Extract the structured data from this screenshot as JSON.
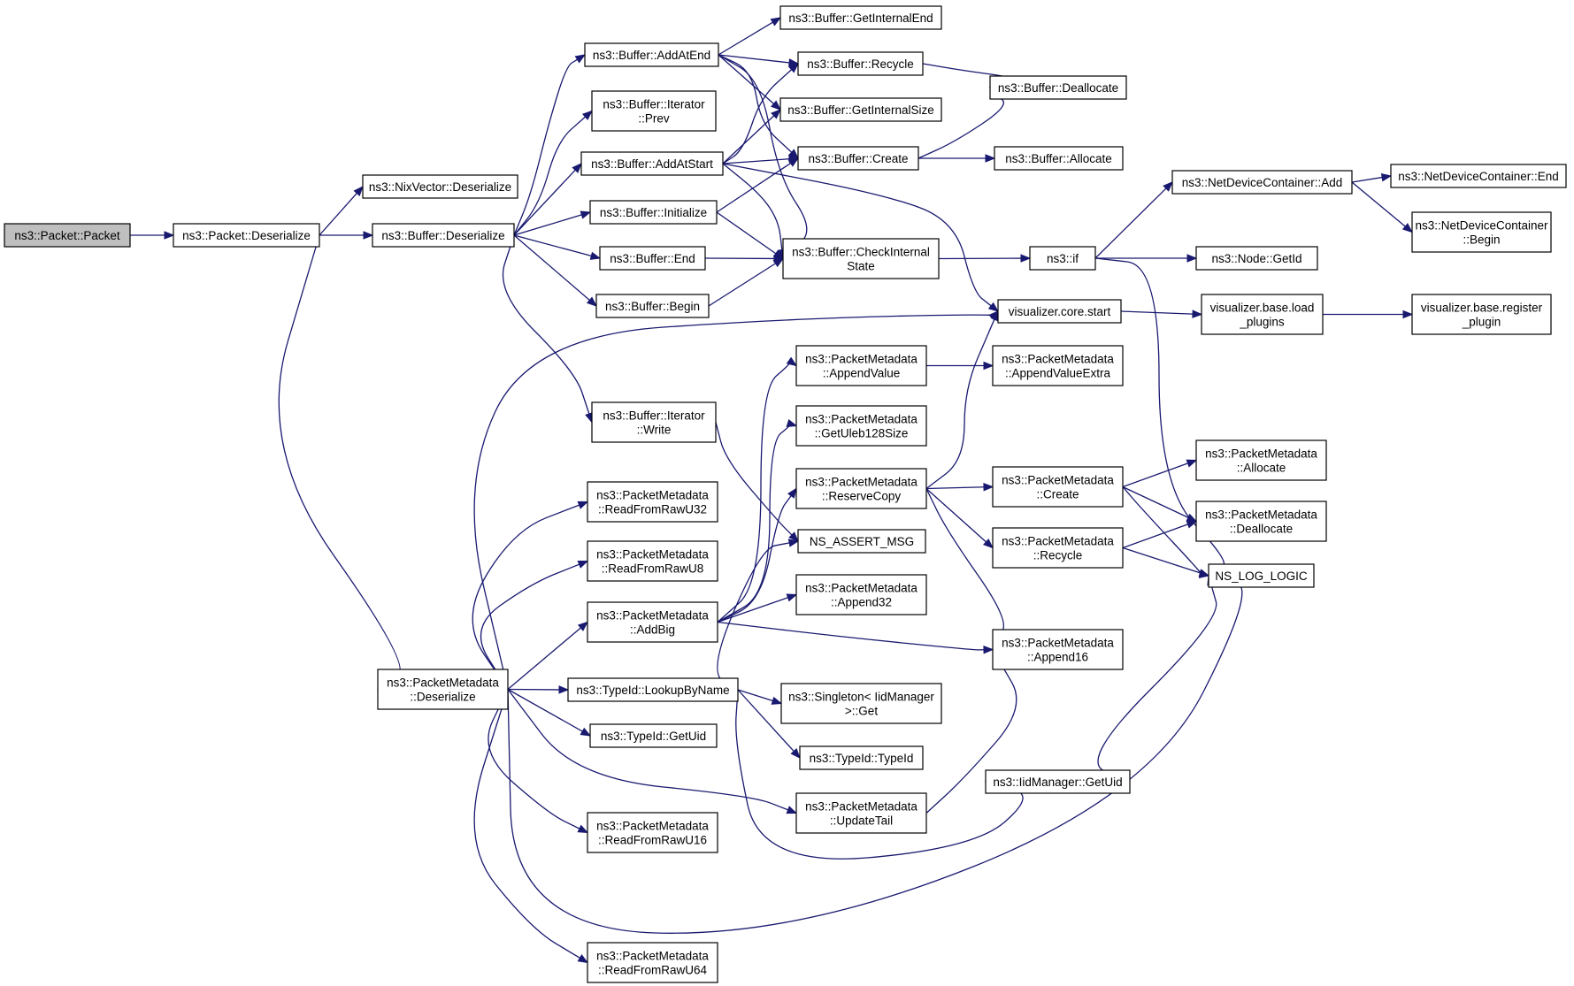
{
  "diagram": {
    "root": "packet_ctor",
    "colors": {
      "edge": "#191970",
      "root_fill": "#bfbfbf",
      "node_fill": "#ffffff",
      "node_border": "#000000"
    },
    "nodes": [
      {
        "id": "packet_ctor",
        "lines": [
          "ns3::Packet::Packet"
        ]
      },
      {
        "id": "packet_deser",
        "lines": [
          "ns3::Packet::Deserialize"
        ]
      },
      {
        "id": "nix_deser",
        "lines": [
          "ns3::NixVector::Deserialize"
        ]
      },
      {
        "id": "buf_deser",
        "lines": [
          "ns3::Buffer::Deserialize"
        ]
      },
      {
        "id": "pm_deser",
        "lines": [
          "ns3::PacketMetadata",
          "::Deserialize"
        ]
      },
      {
        "id": "buf_addatend",
        "lines": [
          "ns3::Buffer::AddAtEnd"
        ]
      },
      {
        "id": "buf_iter_prev",
        "lines": [
          "ns3::Buffer::Iterator",
          "::Prev"
        ]
      },
      {
        "id": "buf_addatstart",
        "lines": [
          "ns3::Buffer::AddAtStart"
        ]
      },
      {
        "id": "buf_init",
        "lines": [
          "ns3::Buffer::Initialize"
        ]
      },
      {
        "id": "buf_end",
        "lines": [
          "ns3::Buffer::End"
        ]
      },
      {
        "id": "buf_begin",
        "lines": [
          "ns3::Buffer::Begin"
        ]
      },
      {
        "id": "buf_iter_write",
        "lines": [
          "ns3::Buffer::Iterator",
          "::Write"
        ]
      },
      {
        "id": "pm_rr32",
        "lines": [
          "ns3::PacketMetadata",
          "::ReadFromRawU32"
        ]
      },
      {
        "id": "pm_rr8",
        "lines": [
          "ns3::PacketMetadata",
          "::ReadFromRawU8"
        ]
      },
      {
        "id": "pm_addbig",
        "lines": [
          "ns3::PacketMetadata",
          "::AddBig"
        ]
      },
      {
        "id": "tid_lookup",
        "lines": [
          "ns3::TypeId::LookupByName"
        ]
      },
      {
        "id": "tid_getuid",
        "lines": [
          "ns3::TypeId::GetUid"
        ]
      },
      {
        "id": "pm_rr16",
        "lines": [
          "ns3::PacketMetadata",
          "::ReadFromRawU16"
        ]
      },
      {
        "id": "pm_rr64",
        "lines": [
          "ns3::PacketMetadata",
          "::ReadFromRawU64"
        ]
      },
      {
        "id": "buf_getintend",
        "lines": [
          "ns3::Buffer::GetInternalEnd"
        ]
      },
      {
        "id": "buf_recycle",
        "lines": [
          "ns3::Buffer::Recycle"
        ]
      },
      {
        "id": "buf_getintsize",
        "lines": [
          "ns3::Buffer::GetInternalSize"
        ]
      },
      {
        "id": "buf_create",
        "lines": [
          "ns3::Buffer::Create"
        ]
      },
      {
        "id": "buf_checkint",
        "lines": [
          "ns3::Buffer::CheckInternal",
          "State"
        ]
      },
      {
        "id": "pm_appendvalue",
        "lines": [
          "ns3::PacketMetadata",
          "::AppendValue"
        ]
      },
      {
        "id": "pm_getuleb",
        "lines": [
          "ns3::PacketMetadata",
          "::GetUleb128Size"
        ]
      },
      {
        "id": "pm_reservecopy",
        "lines": [
          "ns3::PacketMetadata",
          "::ReserveCopy"
        ]
      },
      {
        "id": "ns_assert",
        "lines": [
          "NS_ASSERT_MSG"
        ]
      },
      {
        "id": "pm_append32",
        "lines": [
          "ns3::PacketMetadata",
          "::Append32"
        ]
      },
      {
        "id": "singleton_get",
        "lines": [
          "ns3::Singleton< IidManager",
          ">::Get"
        ]
      },
      {
        "id": "tid_typeid",
        "lines": [
          "ns3::TypeId::TypeId"
        ]
      },
      {
        "id": "pm_updatetail",
        "lines": [
          "ns3::PacketMetadata",
          "::UpdateTail"
        ]
      },
      {
        "id": "buf_dealloc",
        "lines": [
          "ns3::Buffer::Deallocate"
        ]
      },
      {
        "id": "buf_alloc",
        "lines": [
          "ns3::Buffer::Allocate"
        ]
      },
      {
        "id": "ns3_if",
        "lines": [
          "ns3::if"
        ]
      },
      {
        "id": "viz_core_start",
        "lines": [
          "visualizer.core.start"
        ]
      },
      {
        "id": "pm_appendvalueextra",
        "lines": [
          "ns3::PacketMetadata",
          "::AppendValueExtra"
        ]
      },
      {
        "id": "pm_create",
        "lines": [
          "ns3::PacketMetadata",
          "::Create"
        ]
      },
      {
        "id": "pm_recycle",
        "lines": [
          "ns3::PacketMetadata",
          "::Recycle"
        ]
      },
      {
        "id": "pm_append16",
        "lines": [
          "ns3::PacketMetadata",
          "::Append16"
        ]
      },
      {
        "id": "iid_getuid",
        "lines": [
          "ns3::IidManager::GetUid"
        ]
      },
      {
        "id": "ndc_add",
        "lines": [
          "ns3::NetDeviceContainer::Add"
        ]
      },
      {
        "id": "node_getid",
        "lines": [
          "ns3::Node::GetId"
        ]
      },
      {
        "id": "viz_base_load",
        "lines": [
          "visualizer.base.load",
          "_plugins"
        ]
      },
      {
        "id": "pm_allocate",
        "lines": [
          "ns3::PacketMetadata",
          "::Allocate"
        ]
      },
      {
        "id": "pm_deallocate",
        "lines": [
          "ns3::PacketMetadata",
          "::Deallocate"
        ]
      },
      {
        "id": "ns_log_logic",
        "lines": [
          "NS_LOG_LOGIC"
        ]
      },
      {
        "id": "ndc_end",
        "lines": [
          "ns3::NetDeviceContainer::End"
        ]
      },
      {
        "id": "ndc_begin",
        "lines": [
          "ns3::NetDeviceContainer",
          "::Begin"
        ]
      },
      {
        "id": "viz_base_register",
        "lines": [
          "visualizer.base.register",
          "_plugin"
        ]
      }
    ],
    "edges": [
      [
        "packet_ctor",
        "packet_deser"
      ],
      [
        "packet_deser",
        "nix_deser"
      ],
      [
        "packet_deser",
        "buf_deser"
      ],
      [
        "packet_deser",
        "pm_deser"
      ],
      [
        "buf_deser",
        "buf_addatend"
      ],
      [
        "buf_deser",
        "buf_iter_prev"
      ],
      [
        "buf_deser",
        "buf_addatstart"
      ],
      [
        "buf_deser",
        "buf_init"
      ],
      [
        "buf_deser",
        "buf_end"
      ],
      [
        "buf_deser",
        "buf_begin"
      ],
      [
        "buf_deser",
        "buf_iter_write"
      ],
      [
        "buf_addatend",
        "buf_getintend"
      ],
      [
        "buf_addatend",
        "buf_recycle"
      ],
      [
        "buf_addatend",
        "buf_getintsize"
      ],
      [
        "buf_addatend",
        "buf_create"
      ],
      [
        "buf_addatend",
        "buf_checkint"
      ],
      [
        "buf_addatstart",
        "buf_recycle"
      ],
      [
        "buf_addatstart",
        "buf_getintsize"
      ],
      [
        "buf_addatstart",
        "buf_create"
      ],
      [
        "buf_addatstart",
        "buf_checkint"
      ],
      [
        "buf_addatstart",
        "viz_core_start"
      ],
      [
        "buf_init",
        "buf_create"
      ],
      [
        "buf_init",
        "buf_checkint"
      ],
      [
        "buf_end",
        "buf_checkint"
      ],
      [
        "buf_begin",
        "buf_checkint"
      ],
      [
        "buf_recycle",
        "buf_dealloc"
      ],
      [
        "buf_create",
        "buf_dealloc"
      ],
      [
        "buf_create",
        "buf_alloc"
      ],
      [
        "buf_checkint",
        "ns3_if"
      ],
      [
        "ns3_if",
        "ndc_add"
      ],
      [
        "ns3_if",
        "node_getid"
      ],
      [
        "ns3_if",
        "ns_log_logic"
      ],
      [
        "ndc_add",
        "ndc_end"
      ],
      [
        "ndc_add",
        "ndc_begin"
      ],
      [
        "viz_core_start",
        "viz_base_load"
      ],
      [
        "viz_base_load",
        "viz_base_register"
      ],
      [
        "buf_iter_write",
        "ns_assert"
      ],
      [
        "pm_deser",
        "viz_core_start"
      ],
      [
        "pm_deser",
        "pm_rr32"
      ],
      [
        "pm_deser",
        "pm_rr8"
      ],
      [
        "pm_deser",
        "pm_addbig"
      ],
      [
        "pm_deser",
        "tid_lookup"
      ],
      [
        "pm_deser",
        "tid_getuid"
      ],
      [
        "pm_deser",
        "pm_updatetail"
      ],
      [
        "pm_deser",
        "pm_rr16"
      ],
      [
        "pm_deser",
        "pm_rr64"
      ],
      [
        "pm_deser",
        "ns_log_logic"
      ],
      [
        "pm_addbig",
        "pm_appendvalue"
      ],
      [
        "pm_addbig",
        "pm_getuleb"
      ],
      [
        "pm_addbig",
        "pm_reservecopy"
      ],
      [
        "pm_addbig",
        "pm_append32"
      ],
      [
        "pm_addbig",
        "pm_append16"
      ],
      [
        "tid_lookup",
        "ns_assert"
      ],
      [
        "tid_lookup",
        "singleton_get"
      ],
      [
        "tid_lookup",
        "tid_typeid"
      ],
      [
        "tid_lookup",
        "iid_getuid"
      ],
      [
        "pm_appendvalue",
        "pm_appendvalueextra"
      ],
      [
        "pm_reservecopy",
        "viz_core_start"
      ],
      [
        "pm_reservecopy",
        "pm_create"
      ],
      [
        "pm_reservecopy",
        "pm_recycle"
      ],
      [
        "pm_reservecopy",
        "pm_append16"
      ],
      [
        "pm_create",
        "pm_allocate"
      ],
      [
        "pm_create",
        "pm_deallocate"
      ],
      [
        "pm_create",
        "ns_log_logic"
      ],
      [
        "pm_recycle",
        "pm_deallocate"
      ],
      [
        "pm_recycle",
        "ns_log_logic"
      ],
      [
        "pm_updatetail",
        "pm_append16"
      ],
      [
        "iid_getuid",
        "ns_log_logic"
      ]
    ]
  }
}
